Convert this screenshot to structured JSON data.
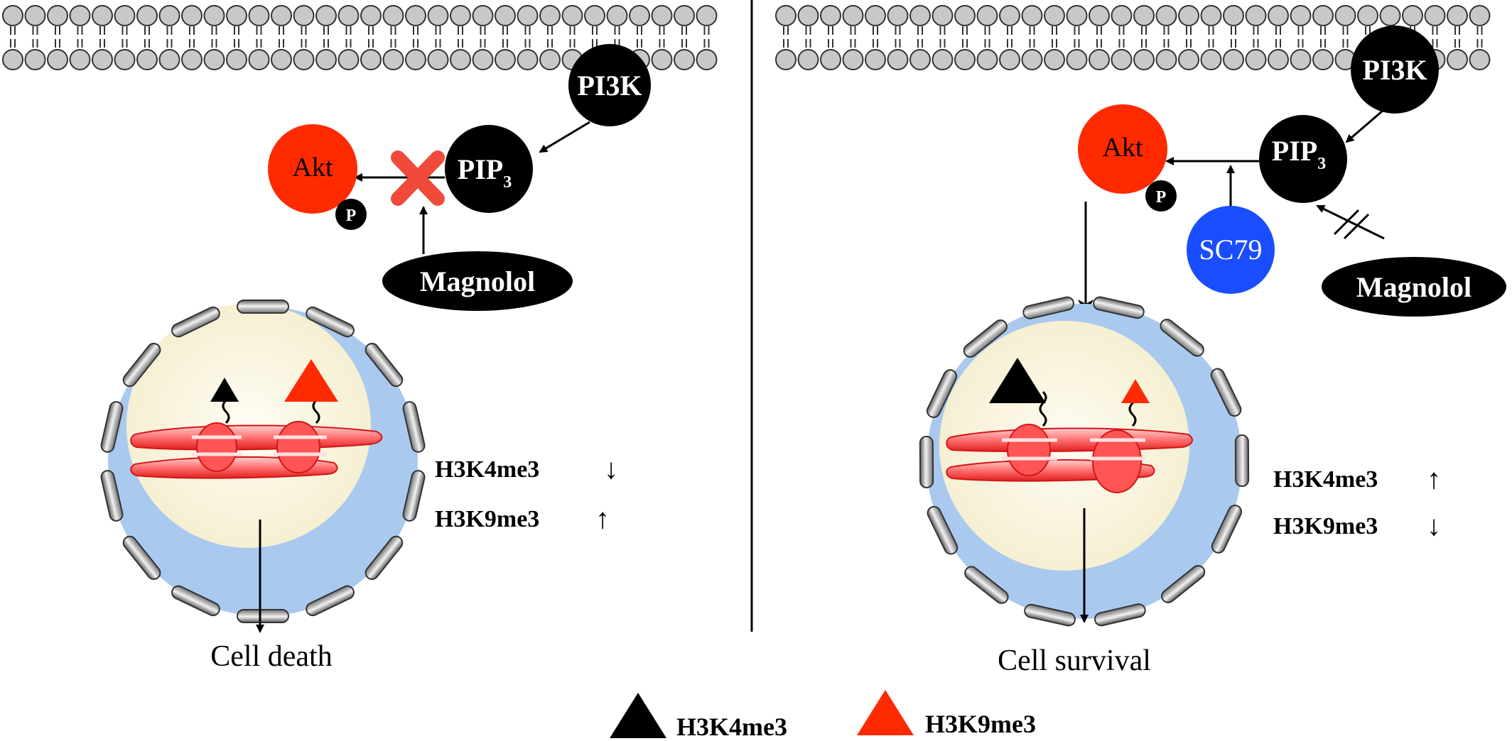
{
  "left_panel": {
    "pi3k": "PI3K",
    "pip3": "PIP",
    "pip3_sub": "3",
    "akt": "Akt",
    "phospho": "P",
    "inhibitor": "Magnolol",
    "outcome": "Cell death",
    "mark_1": "H3K4me3",
    "mark_1_arrow": "↓",
    "mark_2": "H3K9me3",
    "mark_2_arrow": "↑"
  },
  "right_panel": {
    "pi3k": "PI3K",
    "pip3": "PIP",
    "pip3_sub": "3",
    "akt": "Akt",
    "phospho": "P",
    "activator": "SC79",
    "inhibitor": "Magnolol",
    "outcome": "Cell survival",
    "mark_1": "H3K4me3",
    "mark_1_arrow": "↑",
    "mark_2": "H3K9me3",
    "mark_2_arrow": "↓"
  },
  "legend": {
    "item_1": "H3K4me3",
    "item_2": "H3K9me3"
  },
  "colors": {
    "akt": "#ff2a00",
    "sc79": "#1a4dff",
    "membrane": "#c8c8c8",
    "nucleus_outer": "#a9c9ef",
    "nucleus_inner": "#fcf7e2",
    "h3k4me3": "#000000",
    "h3k9me3": "#ff2a00"
  }
}
